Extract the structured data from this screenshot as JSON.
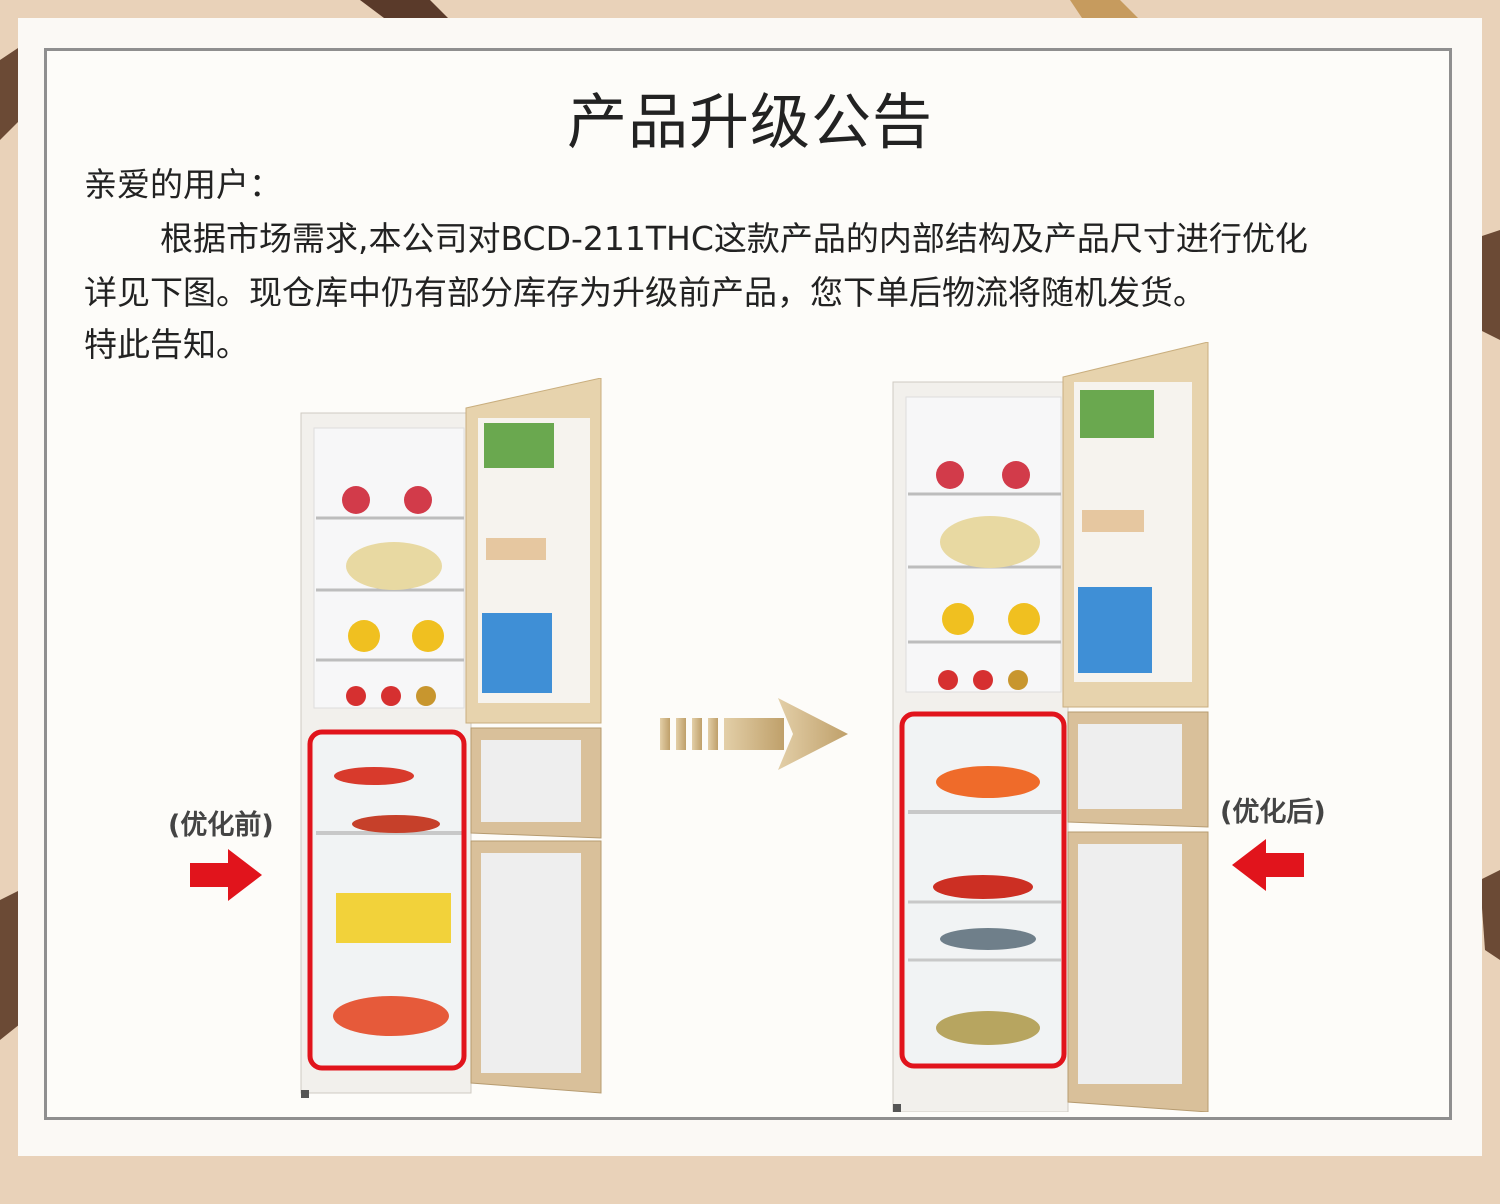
{
  "title": "产品升级公告",
  "greeting": "亲爱的用户：",
  "paragraph": {
    "line1": "根据市场需求,本公司对BCD-211THC这款产品的内部结构及产品尺寸进行优化",
    "line2": "详见下图。现仓库中仍有部分库存为升级前产品，您下单后物流将随机发货。",
    "line3": "特此告知。"
  },
  "images": {
    "before_label": "(优化前)",
    "after_label": "(优化后)"
  },
  "colors": {
    "highlight_red": "#e1141c",
    "arrow_gold": "#c9a872",
    "fridge_gold": "#d6b98a"
  }
}
